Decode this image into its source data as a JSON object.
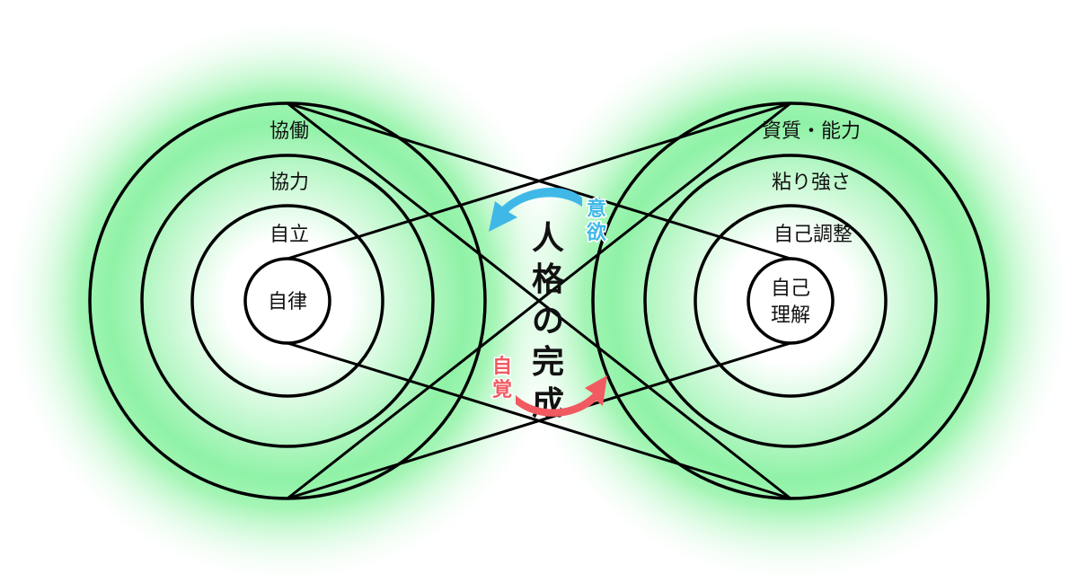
{
  "diagram": {
    "left": {
      "rings": [
        "協働",
        "協力",
        "自立"
      ],
      "core": [
        "自律"
      ]
    },
    "right": {
      "rings": [
        "資質・能力",
        "粘り強さ",
        "自己調整"
      ],
      "core": [
        "自己",
        "理解"
      ]
    },
    "center_title": [
      "人",
      "格",
      "の",
      "完",
      "成"
    ],
    "arrow_top": {
      "chars": [
        "意",
        "欲"
      ],
      "color": "#3fb8e8"
    },
    "arrow_bottom": {
      "chars": [
        "自",
        "覚"
      ],
      "color": "#f05a60"
    },
    "colors": {
      "glow": "#8ff2a6",
      "line": "#000000"
    }
  }
}
